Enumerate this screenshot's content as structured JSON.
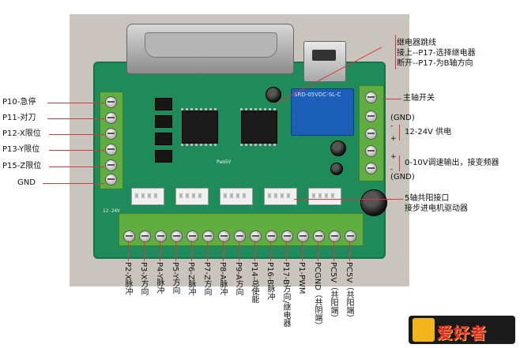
{
  "board_silkscreen": {
    "voltage_marker": "12-24V",
    "relay_text": "SRD-05VDC-SL-C",
    "board_mark": "Pwm5V"
  },
  "left_labels": [
    "P10-急停",
    "P11-对刀",
    "P12-X限位",
    "P13-Y限位",
    "P15-Z限位",
    "GND"
  ],
  "right_callouts": {
    "relay_jumper_title": "继电器跳线",
    "relay_jumper_line1": "接上--P17-选择继电器",
    "relay_jumper_line2": "断开--P17-为B轴方向",
    "spindle_switch": "主轴开关",
    "gnd_top": "(GND)",
    "supply": "12-24V 供电",
    "analog_out": "0-10V调速输出，接变频器",
    "gnd_bottom": "(GND)",
    "common_anode_title": "5轴共阳接口",
    "common_anode_sub": "接步进电机驱动器",
    "plus_mark": "+",
    "minus_mark": "-"
  },
  "bottom_labels": [
    "P2-X脉冲",
    "P3-X方向",
    "P4-Y脉冲",
    "P5-Y方向",
    "P6-Z脉冲",
    "P7-Z方向",
    "P8-A脉冲",
    "P9-A方向",
    "P14-总使能",
    "P16-B脉冲",
    "P17-B方向/继电器",
    "P1-PWM",
    "PCGND（共阴端）",
    "PC5V（共阳端）",
    "PC5V（共阳端）"
  ],
  "brand": {
    "logo_text": "爱好者"
  },
  "colors": {
    "pcb": "#1f8a5a",
    "callout_line": "#d73a3a",
    "terminal": "#5fae3f",
    "relay": "#1c5fb8"
  }
}
